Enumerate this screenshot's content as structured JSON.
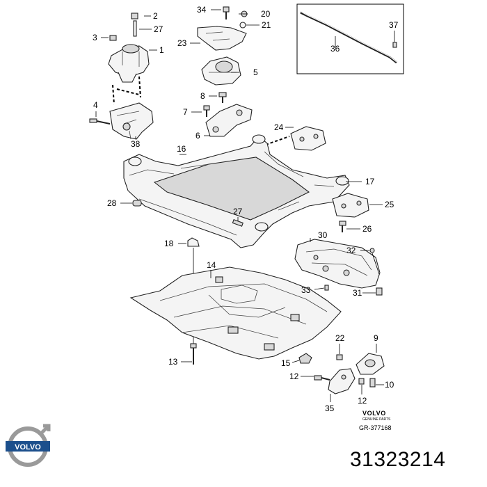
{
  "diagram": {
    "labels": {
      "l1": "1",
      "l2": "2",
      "l3": "3",
      "l4": "4",
      "l5": "5",
      "l6": "6",
      "l7": "7",
      "l8": "8",
      "l9": "9",
      "l10": "10",
      "l12a": "12",
      "l12b": "12",
      "l13": "13",
      "l14": "14",
      "l15": "15",
      "l16": "16",
      "l17": "17",
      "l18": "18",
      "l20": "20",
      "l21": "21",
      "l22": "22",
      "l23": "23",
      "l24": "24",
      "l25": "25",
      "l26": "26",
      "l27a": "27",
      "l27b": "27",
      "l28": "28",
      "l30": "30",
      "l31": "31",
      "l32": "32",
      "l33": "33",
      "l34": "34",
      "l35": "35",
      "l36": "36",
      "l37": "37",
      "l38": "38"
    },
    "reference_brand": "VOLVO",
    "reference_sub": "GENUINE PARTS",
    "reference_code": "GR-377168"
  },
  "logo_text": "VOLVO",
  "part_number": "31323214",
  "colors": {
    "ink": "#000000",
    "logo_blue": "#1c4f8c",
    "logo_ring": "#9a9a9a"
  }
}
